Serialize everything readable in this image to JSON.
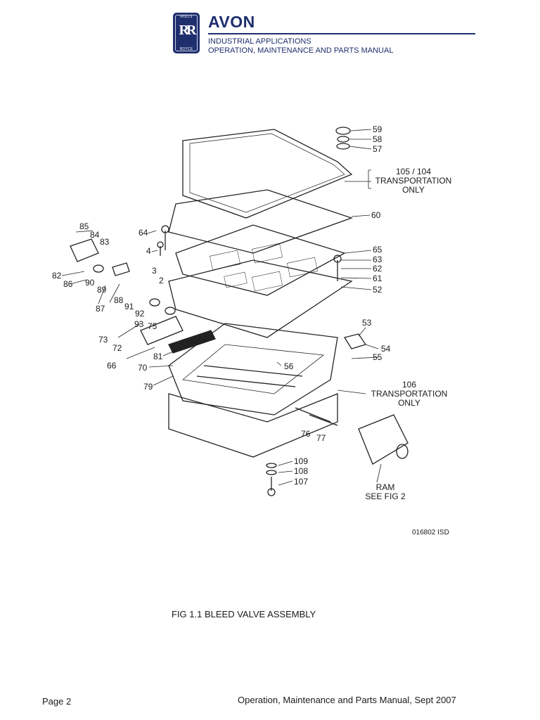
{
  "header": {
    "logo_top": "ROLLS",
    "logo_monogram": "RR",
    "logo_bottom": "ROYCE",
    "brand": "AVON",
    "subtitle_1": "INDUSTRIAL APPLICATIONS",
    "subtitle_2": "OPERATION, MAINTENANCE AND PARTS MANUAL",
    "accent_color": "#1f2f6e"
  },
  "figure": {
    "callouts": {
      "c59": "59",
      "c58": "58",
      "c57": "57",
      "c105": "105 / 104",
      "c105_note1": "TRANSPORTATION",
      "c105_note2": "ONLY",
      "c60": "60",
      "c65": "65",
      "c63": "63",
      "c62": "62",
      "c61": "61",
      "c52": "52",
      "c53": "53",
      "c54": "54",
      "c55": "55",
      "c56": "56",
      "c106": "106",
      "c106_note1": "TRANSPORTATION",
      "c106_note2": "ONLY",
      "c76": "76",
      "c77": "77",
      "c109": "109",
      "c108": "108",
      "c107": "107",
      "ram": "RAM",
      "ram_ref": "SEE FIG 2",
      "c85": "85",
      "c84": "84",
      "c83": "83",
      "c82": "82",
      "c86": "86",
      "c90": "90",
      "c89": "89",
      "c88": "88",
      "c87": "87",
      "c91": "91",
      "c92": "92",
      "c93": "93",
      "c75": "75",
      "c64": "64",
      "c4": "4",
      "c3": "3",
      "c2": "2",
      "c73": "73",
      "c72": "72",
      "c66": "66",
      "c81": "81",
      "c70": "70",
      "c79": "79"
    },
    "drawing_number": "016802 ISD"
  },
  "caption": "FIG  1.1 BLEED VALVE ASSEMBLY",
  "footer": {
    "page": "Page 2",
    "manual": "Operation, Maintenance and Parts Manual, Sept 2007"
  }
}
